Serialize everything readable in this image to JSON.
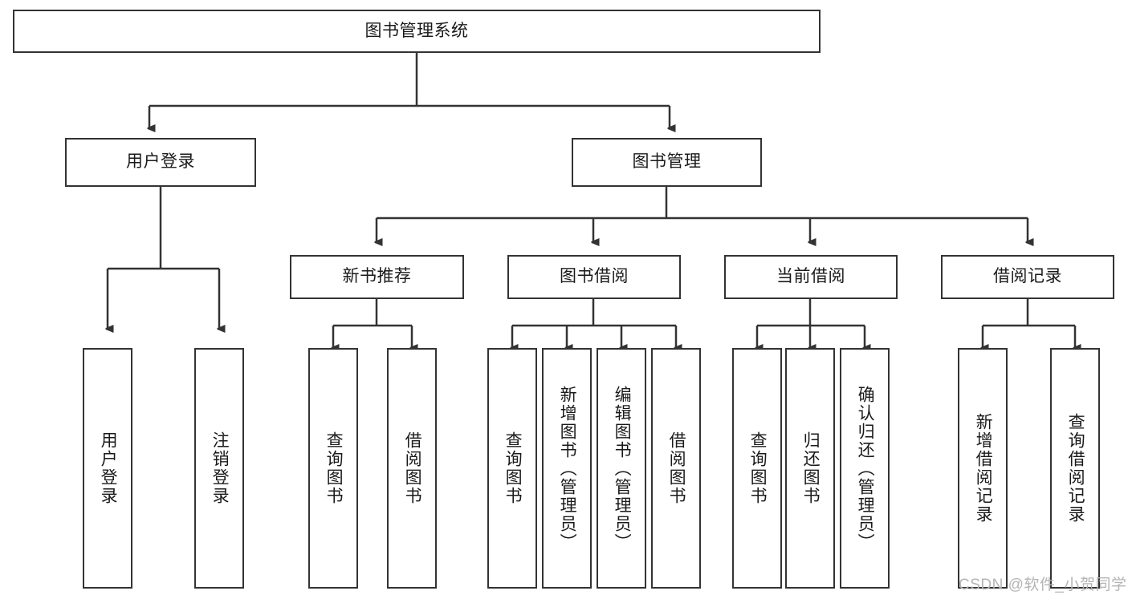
{
  "diagram": {
    "title": "图书管理系统",
    "watermark": "CSDN @软件_小贺同学",
    "colors": {
      "box_border": "#333333",
      "box_fill": "#ffffff",
      "line": "#333333",
      "text": "#1a1a1a",
      "watermark": "#b4b4b4",
      "background": "#ffffff"
    },
    "nodes": {
      "root": {
        "label": "图书管理系统",
        "orientation": "horizontal",
        "level": 0
      },
      "l1_0": {
        "label": "用户登录",
        "orientation": "horizontal",
        "level": 1
      },
      "l1_1": {
        "label": "图书管理",
        "orientation": "horizontal",
        "level": 1
      },
      "l2_0": {
        "label": "新书推荐",
        "orientation": "horizontal",
        "level": 2
      },
      "l2_1": {
        "label": "图书借阅",
        "orientation": "horizontal",
        "level": 2
      },
      "l2_2": {
        "label": "当前借阅",
        "orientation": "horizontal",
        "level": 2
      },
      "l2_3": {
        "label": "借阅记录",
        "orientation": "horizontal",
        "level": 2
      },
      "leaf_0": {
        "label": "用户登录",
        "orientation": "vertical",
        "level": 3,
        "parent": "用户登录"
      },
      "leaf_1": {
        "label": "注销登录",
        "orientation": "vertical",
        "level": 3,
        "parent": "用户登录"
      },
      "leaf_2": {
        "label": "查询图书",
        "orientation": "vertical",
        "level": 3,
        "parent": "新书推荐"
      },
      "leaf_3": {
        "label": "借阅图书",
        "orientation": "vertical",
        "level": 3,
        "parent": "新书推荐"
      },
      "leaf_4": {
        "label": "查询图书",
        "orientation": "vertical",
        "level": 3,
        "parent": "图书借阅"
      },
      "leaf_5": {
        "label": "新增图书（管理员）",
        "orientation": "vertical",
        "level": 3,
        "parent": "图书借阅"
      },
      "leaf_6": {
        "label": "编辑图书（管理员）",
        "orientation": "vertical",
        "level": 3,
        "parent": "图书借阅"
      },
      "leaf_7": {
        "label": "借阅图书",
        "orientation": "vertical",
        "level": 3,
        "parent": "图书借阅"
      },
      "leaf_8": {
        "label": "查询图书",
        "orientation": "vertical",
        "level": 3,
        "parent": "当前借阅"
      },
      "leaf_9": {
        "label": "归还图书",
        "orientation": "vertical",
        "level": 3,
        "parent": "当前借阅"
      },
      "leaf_10": {
        "label": "确认归还（管理员）",
        "orientation": "vertical",
        "level": 3,
        "parent": "当前借阅"
      },
      "leaf_11": {
        "label": "新增借阅记录",
        "orientation": "vertical",
        "level": 3,
        "parent": "借阅记录"
      },
      "leaf_12": {
        "label": "查询借阅记录",
        "orientation": "vertical",
        "level": 3,
        "parent": "借阅记录"
      }
    }
  }
}
